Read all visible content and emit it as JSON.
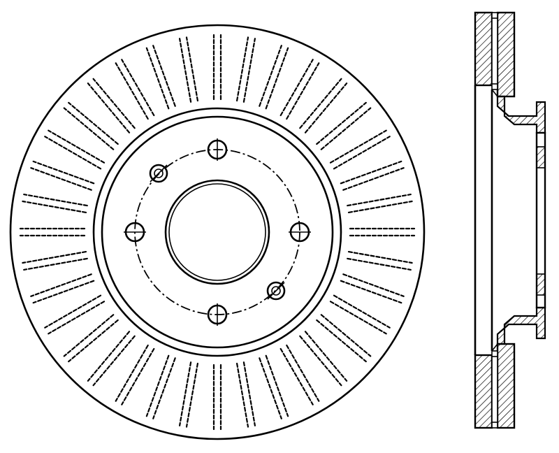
{
  "drawing": {
    "subject": "vented-brake-rotor",
    "views": [
      "front-view",
      "side-section-view"
    ],
    "vane_count": 36,
    "lug_holes": 4,
    "threaded_holes": 2,
    "line_color": "#000000",
    "background_color": "#ffffff"
  }
}
